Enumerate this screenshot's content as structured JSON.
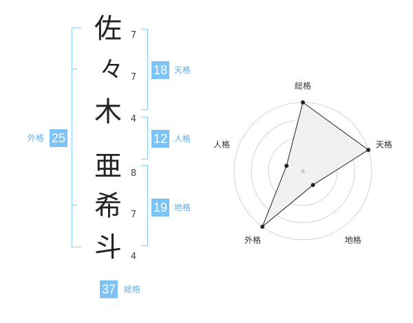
{
  "name_chars": [
    {
      "char": "佐",
      "strokes": "7"
    },
    {
      "char": "々",
      "strokes": "7"
    },
    {
      "char": "木",
      "strokes": "4"
    },
    {
      "char": "亜",
      "strokes": "8"
    },
    {
      "char": "希",
      "strokes": "7"
    },
    {
      "char": "斗",
      "strokes": "4"
    }
  ],
  "fortunes": {
    "tenkaku": {
      "value": "18",
      "label": "天格"
    },
    "jinkaku": {
      "value": "12",
      "label": "人格"
    },
    "chikaku": {
      "value": "19",
      "label": "地格"
    },
    "gaikaku": {
      "value": "25",
      "label": "外格"
    },
    "soukaku": {
      "value": "37",
      "label": "総格"
    }
  },
  "colors": {
    "accent": "#7cc4f6",
    "bracket": "#8ccbf5"
  },
  "chart_data": {
    "type": "radar",
    "axes": [
      "総格",
      "天格",
      "地格",
      "外格",
      "人格"
    ],
    "values": [
      4,
      4,
      1,
      4,
      1
    ],
    "range": [
      0,
      4
    ],
    "grid_rings": 4
  }
}
